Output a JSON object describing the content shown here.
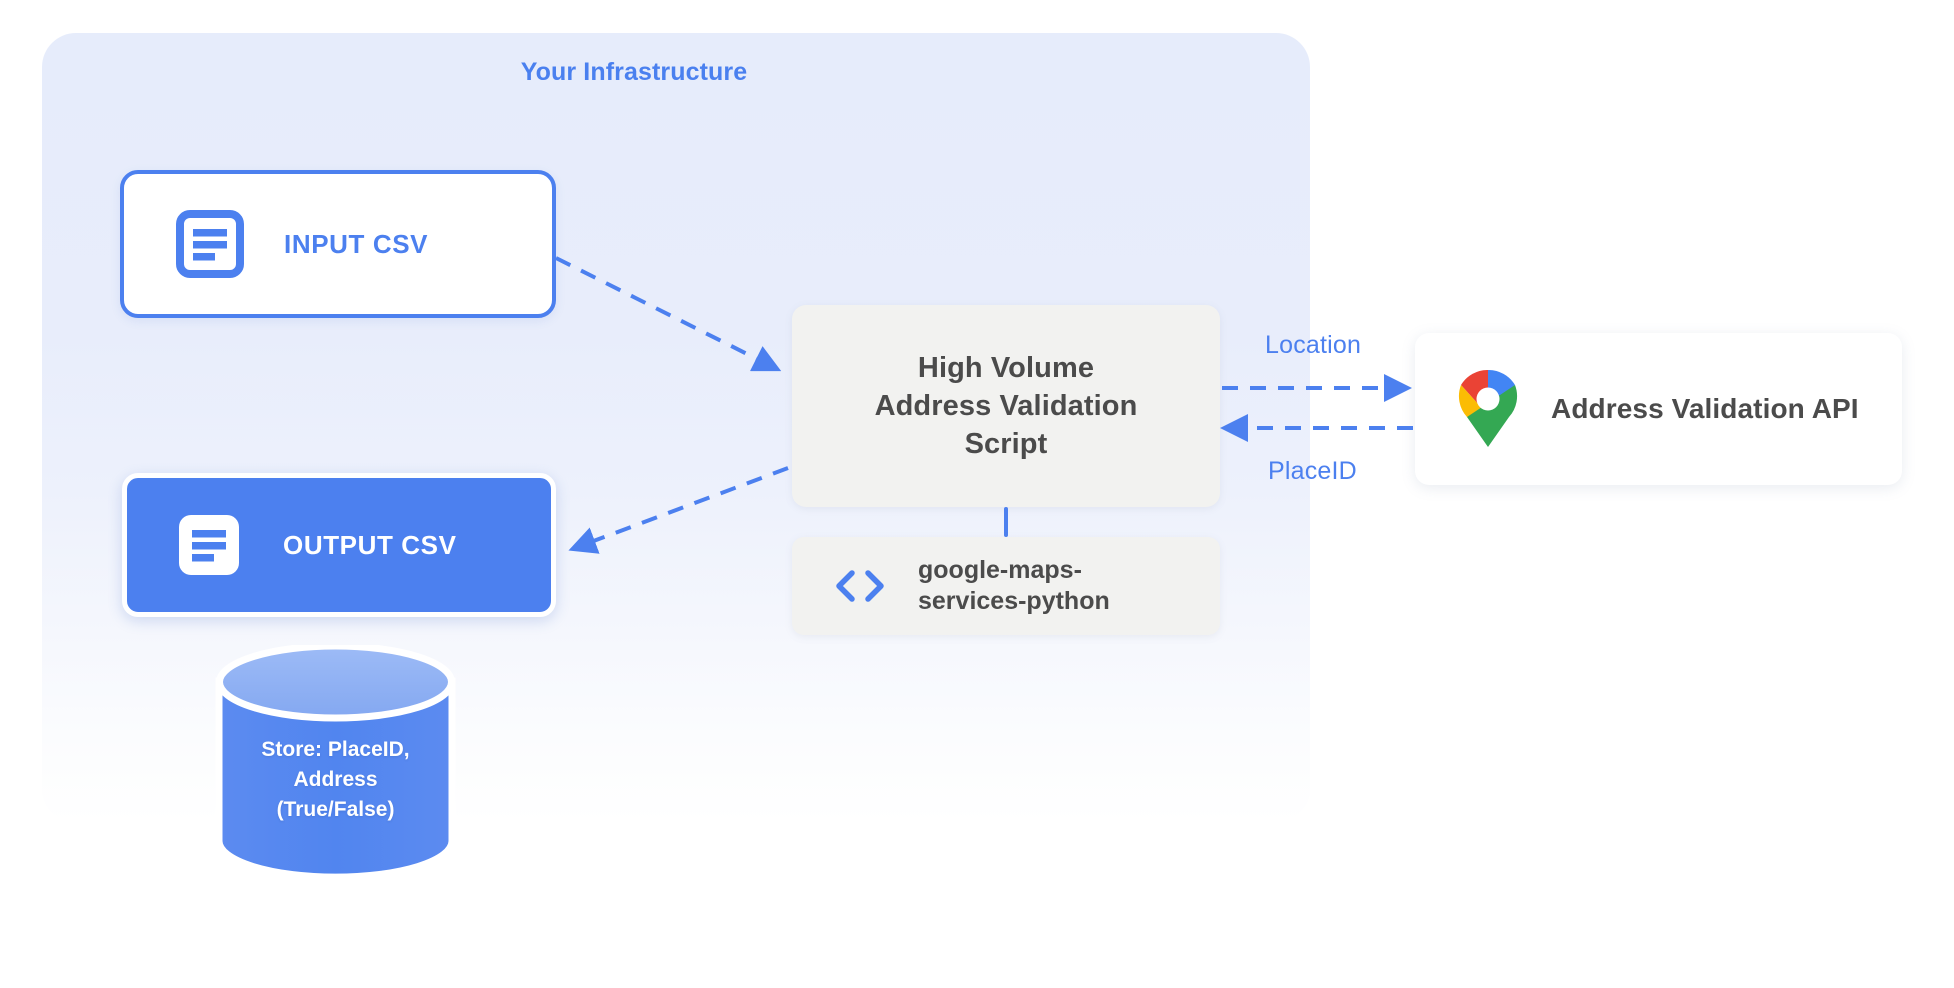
{
  "panel": {
    "title": "Your Infrastructure",
    "accent_color": "#4c80ef",
    "background_color": "#e6ecfb"
  },
  "nodes": {
    "input_csv": {
      "label": "INPUT CSV",
      "icon": "document-icon",
      "fill": "#ffffff",
      "border": "#4c80ef",
      "text_color": "#4c80ef"
    },
    "output_csv": {
      "label": "OUTPUT CSV",
      "icon": "document-icon",
      "fill": "#4c80ef",
      "border": "#ffffff",
      "text_color": "#ffffff"
    },
    "script": {
      "line1": "High Volume",
      "line2": "Address Validation",
      "line3": "Script",
      "fill": "#f2f2f0",
      "text_color": "#4b4b4b"
    },
    "library": {
      "line1": "google-maps-",
      "line2": "services-python",
      "icon": "code-brackets-icon",
      "fill": "#f2f2f0",
      "text_color": "#4b4b4b"
    },
    "api": {
      "label": "Address Validation API",
      "icon": "google-maps-pin-icon",
      "fill": "#ffffff",
      "text_color": "#4b4b4b"
    },
    "database": {
      "line1": "Store: PlaceID,",
      "line2": "Address",
      "line3": "(True/False)",
      "icon": "database-cylinder-icon",
      "fill": "#4c80ef",
      "top_fill": "#8fb0f3",
      "text_color": "#ffffff"
    }
  },
  "edges": [
    {
      "id": "input-to-script",
      "label": "",
      "style": "dashed",
      "direction": "forward",
      "color": "#4c80ef"
    },
    {
      "id": "script-to-output",
      "label": "",
      "style": "dashed",
      "direction": "forward",
      "color": "#4c80ef"
    },
    {
      "id": "script-to-api",
      "label": "Location",
      "style": "dashed",
      "direction": "forward",
      "color": "#4c80ef"
    },
    {
      "id": "api-to-script",
      "label": "PlaceID",
      "style": "dashed",
      "direction": "backward",
      "color": "#4c80ef"
    },
    {
      "id": "script-to-library",
      "label": "",
      "style": "solid",
      "direction": "none",
      "color": "#4c80ef"
    }
  ]
}
